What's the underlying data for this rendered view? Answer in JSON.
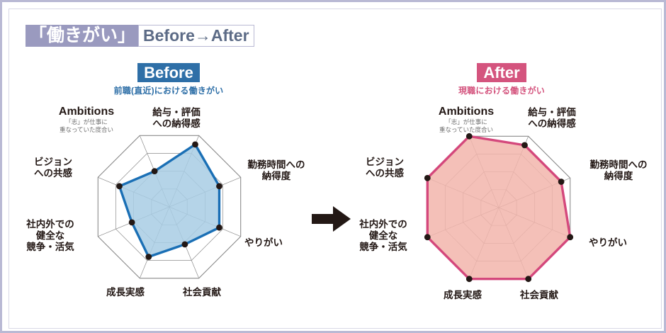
{
  "title": {
    "jp": "「働きがい」",
    "en": "Before→After"
  },
  "colors": {
    "frame": "#b9b9d4",
    "title_jp_bg": "#9a9abf",
    "title_en_text": "#5c6b86",
    "before_accent": "#2e6fa7",
    "before_line": "#1a6fb5",
    "before_fill": "#a8cde4",
    "after_accent": "#d4547e",
    "after_line": "#d4487c",
    "after_fill": "#f2b5ac",
    "grid": "#8c8c8c",
    "marker": "#231815",
    "arrow": "#231815"
  },
  "panels": {
    "before": {
      "badge": "Before",
      "caption": "前職(直近)における働きがい"
    },
    "after": {
      "badge": "After",
      "caption": "現職における働きがい"
    }
  },
  "axes": [
    {
      "id": "ambitions",
      "label": "Ambitions",
      "sub1": "「志」が仕事に",
      "sub2": "重なっていた度合い",
      "lines": [
        "Ambitions"
      ]
    },
    {
      "id": "pay",
      "label": "給与・評価への納得感",
      "lines": [
        "給与・評価",
        "への納得感"
      ]
    },
    {
      "id": "worktime",
      "label": "勤務時間への納得度",
      "lines": [
        "勤務時間への",
        "納得度"
      ]
    },
    {
      "id": "fulfillment",
      "label": "やりがい",
      "lines": [
        "やりがい"
      ]
    },
    {
      "id": "contribution",
      "label": "社会貢献",
      "lines": [
        "社会貢献"
      ]
    },
    {
      "id": "growth",
      "label": "成長実感",
      "lines": [
        "成長実感"
      ]
    },
    {
      "id": "competition",
      "label": "社内外での健全な競争・活気",
      "lines": [
        "社内外での",
        "健全な",
        "競争・活気"
      ]
    },
    {
      "id": "vision",
      "label": "ビジョンへの共感",
      "lines": [
        "ビジョン",
        "への共感"
      ]
    }
  ],
  "arrow": {
    "glyph": "→",
    "name": "right-arrow"
  },
  "chart_data": [
    {
      "type": "radar",
      "title": "Before",
      "subtitle": "前職(直近)における働きがい",
      "categories": [
        "Ambitions",
        "給与・評価への納得感",
        "勤務時間への納得度",
        "やりがい",
        "社会貢献",
        "成長実感",
        "社内外での健全な競争・活気",
        "ビジョンへの共感"
      ],
      "values": [
        2.0,
        3.5,
        2.8,
        2.8,
        2.1,
        2.8,
        2.1,
        2.8
      ],
      "rlim": [
        0,
        4
      ],
      "rings": 4,
      "grid": true,
      "legend": "none",
      "line_color": "#1a6fb5",
      "fill_color": "#a8cde4"
    },
    {
      "type": "radar",
      "title": "After",
      "subtitle": "現職における働きがい",
      "categories": [
        "Ambitions",
        "給与・評価への納得感",
        "勤務時間への納得度",
        "やりがい",
        "社会貢献",
        "成長実感",
        "社内外での健全な競争・活気",
        "ビジョンへの共感"
      ],
      "values": [
        4.0,
        3.5,
        3.5,
        4.0,
        4.0,
        4.0,
        4.0,
        4.0
      ],
      "rlim": [
        0,
        4
      ],
      "rings": 4,
      "grid": true,
      "legend": "none",
      "line_color": "#d4487c",
      "fill_color": "#f2b5ac"
    }
  ]
}
